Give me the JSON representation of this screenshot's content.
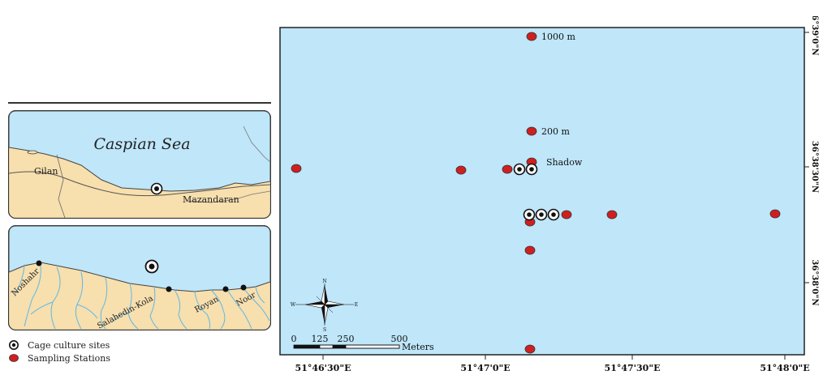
{
  "colors": {
    "sea": "#bfe6f9",
    "land": "#f7dfae",
    "river": "#5fb8e8",
    "station": "#d11f1f",
    "frame": "#222222"
  },
  "inset_top": {
    "sea_label": "Caspian Sea",
    "labels": [
      "Gilan",
      "Mazandaran"
    ]
  },
  "inset_bottom": {
    "towns": [
      "Noshahr",
      "Salahedin-Kola",
      "Royan",
      "Noor"
    ]
  },
  "legend": {
    "items": [
      {
        "label": "Cage culture sites",
        "icon": "cage-site-icon"
      },
      {
        "label": "Sampling Stations",
        "icon": "sampling-station-icon"
      }
    ]
  },
  "main_map": {
    "distance_labels": [
      "1000 m",
      "200 m",
      "Shadow"
    ],
    "x_ticks": [
      "51°46'30\"E",
      "51°47'0\"E",
      "51°47'30\"E",
      "51°48'0\"E"
    ],
    "y_ticks": [
      "36°39'0\"N",
      "36°38'30\"N",
      "36°38'0\"N"
    ],
    "scale_bar": {
      "ticks": [
        "0",
        "125",
        "250",
        "500"
      ],
      "unit": "Meters"
    },
    "north_arrow": {
      "icon": "compass-rose-icon",
      "letters": [
        "N",
        "S",
        "E",
        "W"
      ]
    }
  }
}
